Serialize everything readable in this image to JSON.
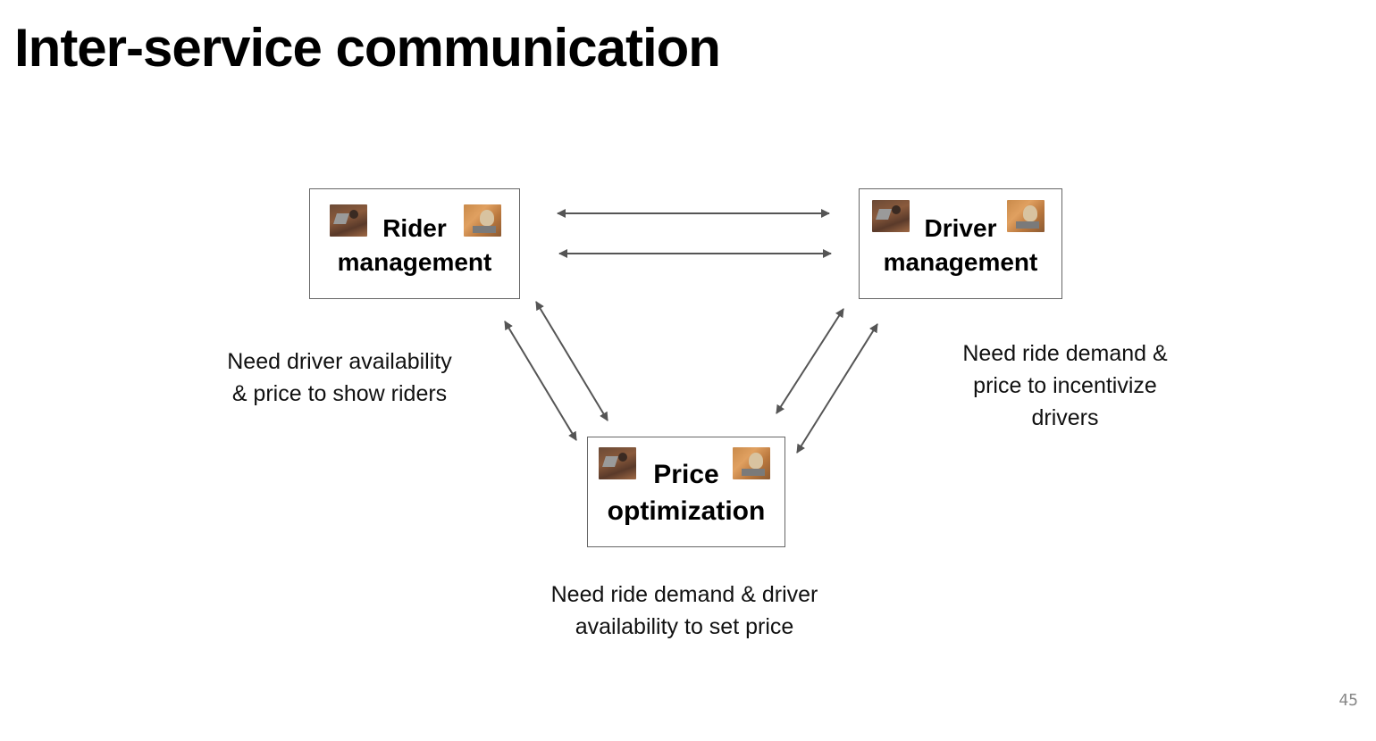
{
  "slide": {
    "title": "Inter-service communication",
    "page_number": "45"
  },
  "services": {
    "rider": {
      "line1": "Rider",
      "line2": "management"
    },
    "driver": {
      "line1": "Driver",
      "line2": "management"
    },
    "price": {
      "line1": "Price",
      "line2": "optimization"
    }
  },
  "captions": {
    "rider_needs": [
      "Need driver availability",
      "& price to show riders"
    ],
    "driver_needs": [
      "Need ride demand &",
      "price to incentivize",
      "drivers"
    ],
    "price_needs": [
      "Need ride demand & driver",
      "availability to set price"
    ]
  },
  "colors": {
    "arrow": "#555555",
    "box_border": "#666666",
    "text": "#000000"
  },
  "icons": {
    "service_left": "laptop-user-photo-icon",
    "service_right": "cat-laptop-photo-icon",
    "connector": "double-headed-arrow-icon"
  }
}
